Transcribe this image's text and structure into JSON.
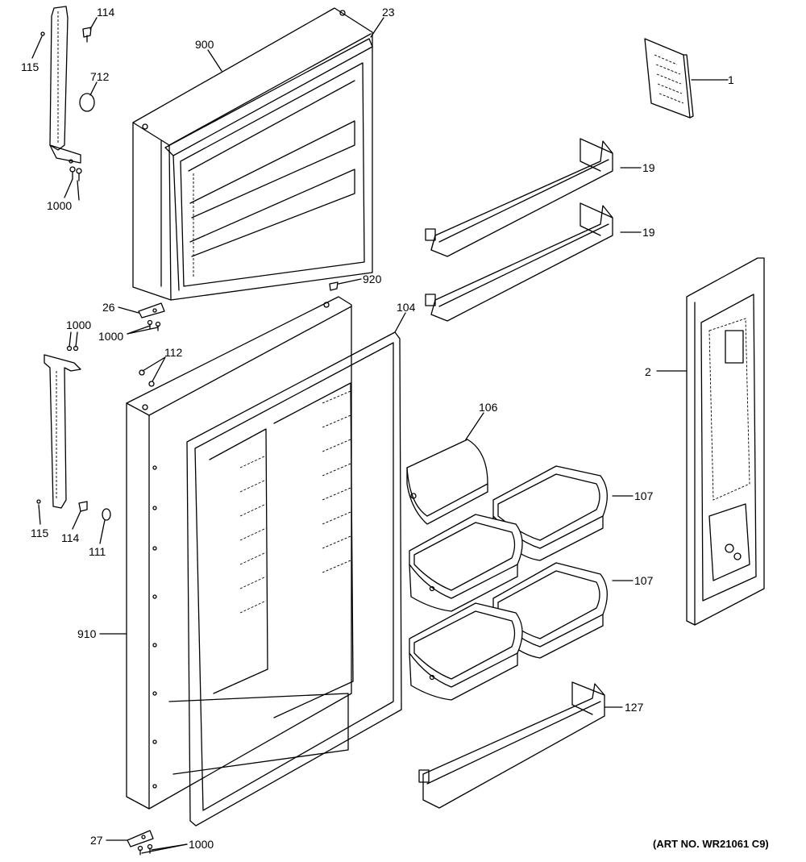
{
  "diagram": {
    "labels": {
      "l114a": "114",
      "l115a": "115",
      "l712": "712",
      "l1000a": "1000",
      "l900": "900",
      "l23": "23",
      "l1": "1",
      "l19a": "19",
      "l19b": "19",
      "l920": "920",
      "l26": "26",
      "l1000b": "1000",
      "l1000c": "1000",
      "l104": "104",
      "l112": "112",
      "l2": "2",
      "l106": "106",
      "l107a": "107",
      "l107b": "107",
      "l115b": "115",
      "l114b": "114",
      "l111": "111",
      "l910": "910",
      "l127": "127",
      "l27": "27",
      "l1000d": "1000"
    },
    "art_number": "(ART NO. WR21061 C9)"
  }
}
